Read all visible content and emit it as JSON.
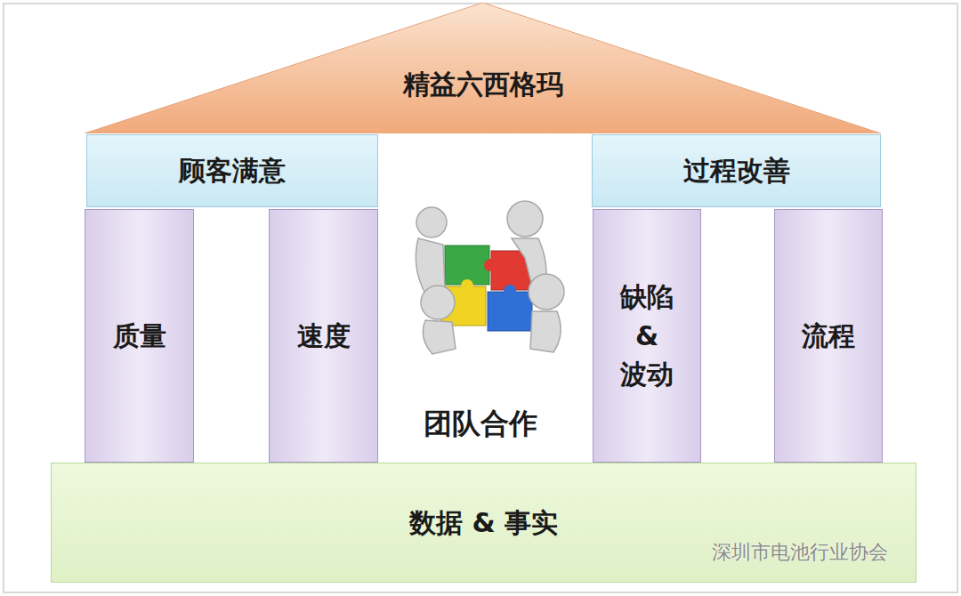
{
  "diagram": {
    "nodes": [
      {
        "text": [
          "精益六西格玛"
        ]
      },
      {
        "text": [
          "顾客满意"
        ]
      },
      {
        "text": [
          "过程改善"
        ]
      },
      {
        "text": [
          "质量"
        ]
      },
      {
        "text": [
          "速度"
        ]
      },
      {
        "text": [
          "缺陷 & 波动"
        ]
      },
      {
        "text": [
          "流程"
        ]
      },
      {
        "text": [
          "数据 & 事实"
        ]
      }
    ],
    "labels": [
      "团队合作",
      "深圳市电池行业协会"
    ]
  }
}
